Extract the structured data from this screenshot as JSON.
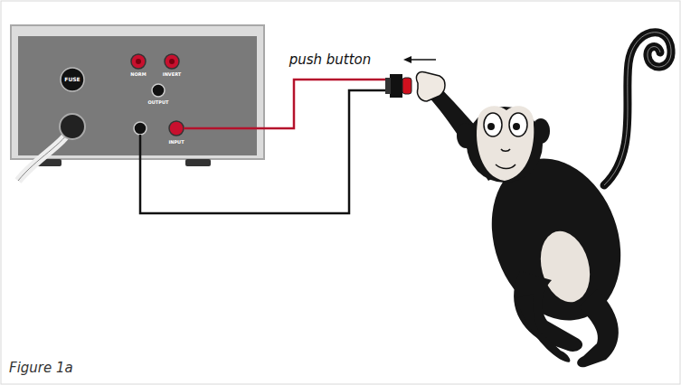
{
  "diagram": {
    "caption": "Figure 1a",
    "labels": [
      "FUSE",
      "NORM",
      "INVERT",
      "OUTPUT",
      "INPUT",
      "push button"
    ]
  }
}
